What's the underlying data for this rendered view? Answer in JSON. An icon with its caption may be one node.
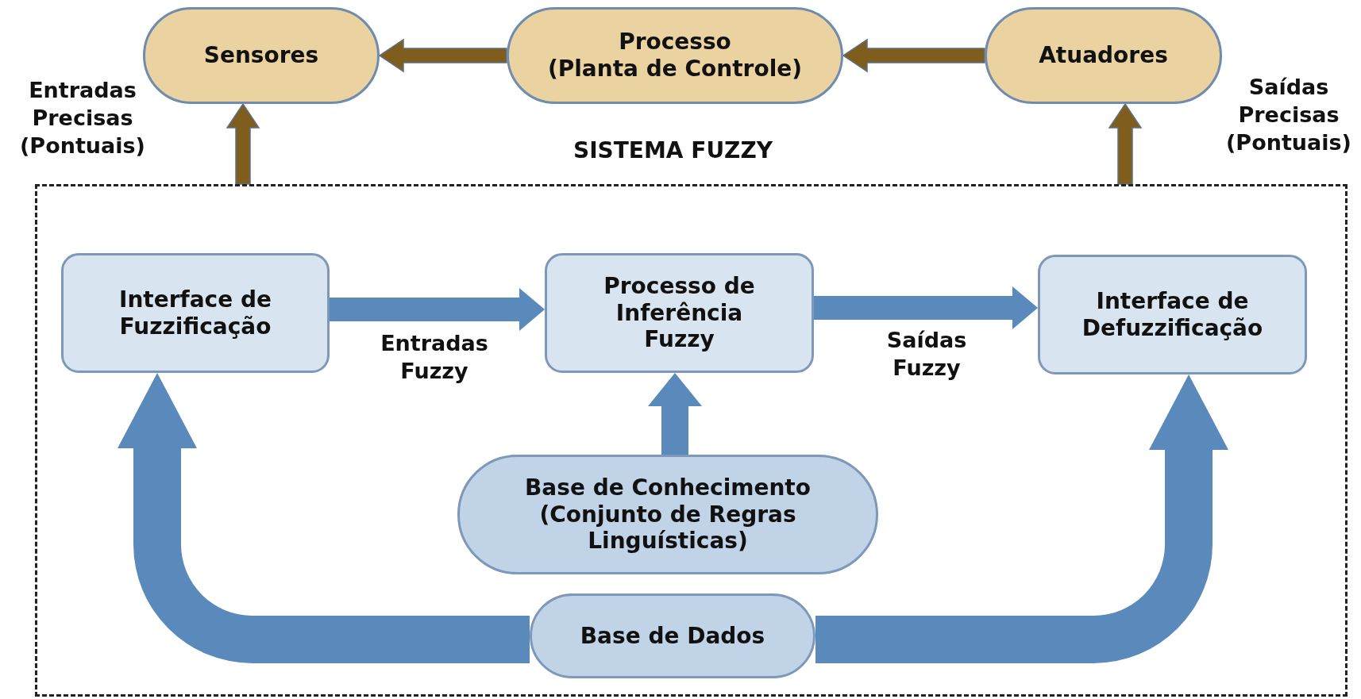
{
  "diagram": {
    "nodes": [
      {
        "text": [
          "Sensores"
        ]
      },
      {
        "text": [
          "Processo",
          "(Planta de Controle)"
        ]
      },
      {
        "text": [
          "Atuadores"
        ]
      },
      {
        "text": [
          "SISTEMA FUZZY"
        ]
      },
      {
        "text": [
          "Interface de Fuzzificação"
        ],
        "in": 3
      },
      {
        "text": [
          "Processo de Inferência Fuzzy"
        ],
        "in": 3
      },
      {
        "text": [
          "Interface de Defuzzificação"
        ],
        "in": 3
      },
      {
        "text": [
          "Base de Conhecimento",
          "(Conjunto de Regras Linguísticas)"
        ],
        "in": 3
      },
      {
        "text": [
          "Base de Dados"
        ],
        "in": 3
      }
    ],
    "edges": [
      {
        "from": 1,
        "to": 0,
        "arrow": "to",
        "color": "#7f5d1c"
      },
      {
        "from": 2,
        "to": 1,
        "arrow": "to",
        "color": "#7f5d1c"
      },
      {
        "from": 3,
        "to": 0,
        "arrow": "to",
        "color": "#7f5d1c"
      },
      {
        "from": 3,
        "to": 2,
        "arrow": "to",
        "color": "#7f5d1c"
      },
      {
        "from": 4,
        "to": 5,
        "label": "Entradas Fuzzy",
        "arrow": "to"
      },
      {
        "from": 5,
        "to": 6,
        "label": "Saídas Fuzzy",
        "arrow": "to"
      },
      {
        "from": 7,
        "to": 5,
        "arrow": "to"
      },
      {
        "from": 8,
        "to": 4,
        "arrow": "to",
        "style": "thick"
      },
      {
        "from": 8,
        "to": 6,
        "arrow": "to",
        "style": "thick"
      }
    ],
    "labels": [
      "Entradas Precisas (Pontuais)",
      "Saídas Precisas (Pontuais)"
    ]
  }
}
